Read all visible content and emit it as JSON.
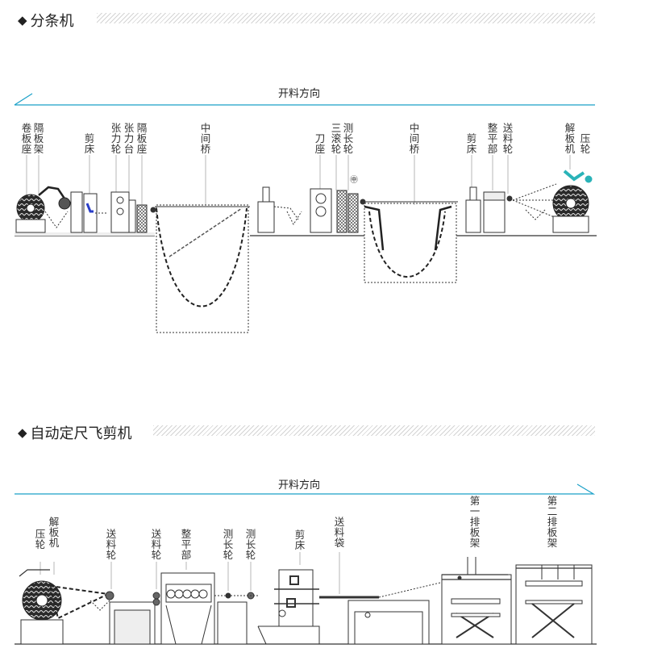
{
  "sections": {
    "slitter": {
      "title": "分条机",
      "direction": "开料方向"
    },
    "flying_shear": {
      "title": "自动定尺飞剪机",
      "direction": "开料方向"
    }
  },
  "labels_top": {
    "juanbanzuo": "卷板座",
    "gebanjia": "隔板架",
    "jianchuang": "剪床",
    "zhanglilun": "张力轮",
    "zhanglitai": "张力台",
    "gebanzuo": "隔板座",
    "zhongjianqiao1": "中间桥",
    "daozuo": "刀座",
    "sangunlun": "三滚轮",
    "cechanglun": "测长轮",
    "dan": "㊥",
    "zhongjianqiao2": "中间桥",
    "jianchuang2": "剪床",
    "zhengpingbu": "整平部",
    "songliaolun": "送料轮",
    "jiebanji": "解板机",
    "yalun": "压轮"
  },
  "labels_bottom": {
    "yalun": "压轮",
    "jiebanji": "解板机",
    "songliaolun1": "送料轮",
    "songliaolun2": "送料轮",
    "zhengpingbu": "整平部",
    "cechanglun1": "测长轮",
    "cechanglun2": "测长轮",
    "jianchuang": "剪床",
    "songliaodai": "送料袋",
    "dipaibanjia1": "第一排板架",
    "dipaibanjia2": "第二排板架"
  },
  "colors": {
    "accent": "#1aa0c8",
    "line": "#333333",
    "teal": "#2ab3b8",
    "blue": "#2a3ec8"
  }
}
